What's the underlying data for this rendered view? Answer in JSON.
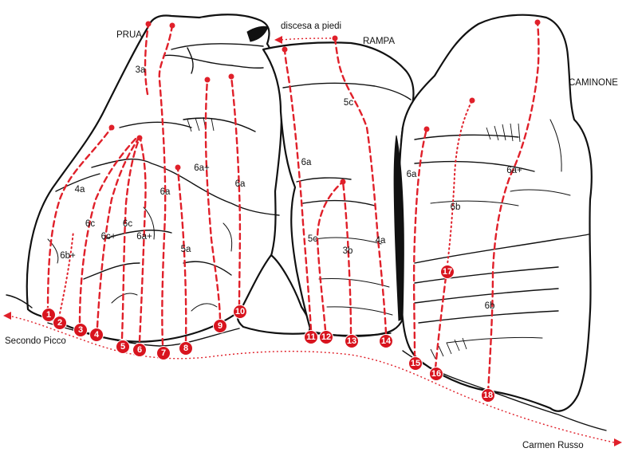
{
  "labels": {
    "prua": "PRUA",
    "discesa": "discesa a piedi",
    "rampa": "RAMPA",
    "caminone": "CAMINONE",
    "secondo_picco": "Secondo Picco",
    "carmen_russo": "Carmen Russo"
  },
  "routes": [
    {
      "number": "1",
      "grade": ""
    },
    {
      "number": "2",
      "grade": "6b+"
    },
    {
      "number": "3",
      "grade": "6c"
    },
    {
      "number": "4",
      "grade": "6c+"
    },
    {
      "number": "5",
      "grade": "6c"
    },
    {
      "number": "6",
      "grade": "6a+"
    },
    {
      "number": "7",
      "grade": "6a"
    },
    {
      "number": "8",
      "grade": "5a"
    },
    {
      "number": "9",
      "grade": "6a+"
    },
    {
      "number": "10",
      "grade": "6a"
    },
    {
      "number": "11",
      "grade": "6a"
    },
    {
      "number": "12",
      "grade": "5c"
    },
    {
      "number": "13",
      "grade": "3b"
    },
    {
      "number": "14",
      "grade": "4a"
    },
    {
      "number": "15",
      "grade": "6a"
    },
    {
      "number": "16",
      "grade": "6b"
    },
    {
      "number": "17",
      "grade": "6b"
    },
    {
      "number": "18",
      "grade": "6a+"
    }
  ],
  "extra_grades": {
    "prua_top": "3a",
    "left_arete": "4a",
    "rampa_top": "5c"
  },
  "colors": {
    "route": "#e0202a",
    "badge": "#d8141e",
    "ink": "#111111",
    "background": "#ffffff"
  }
}
